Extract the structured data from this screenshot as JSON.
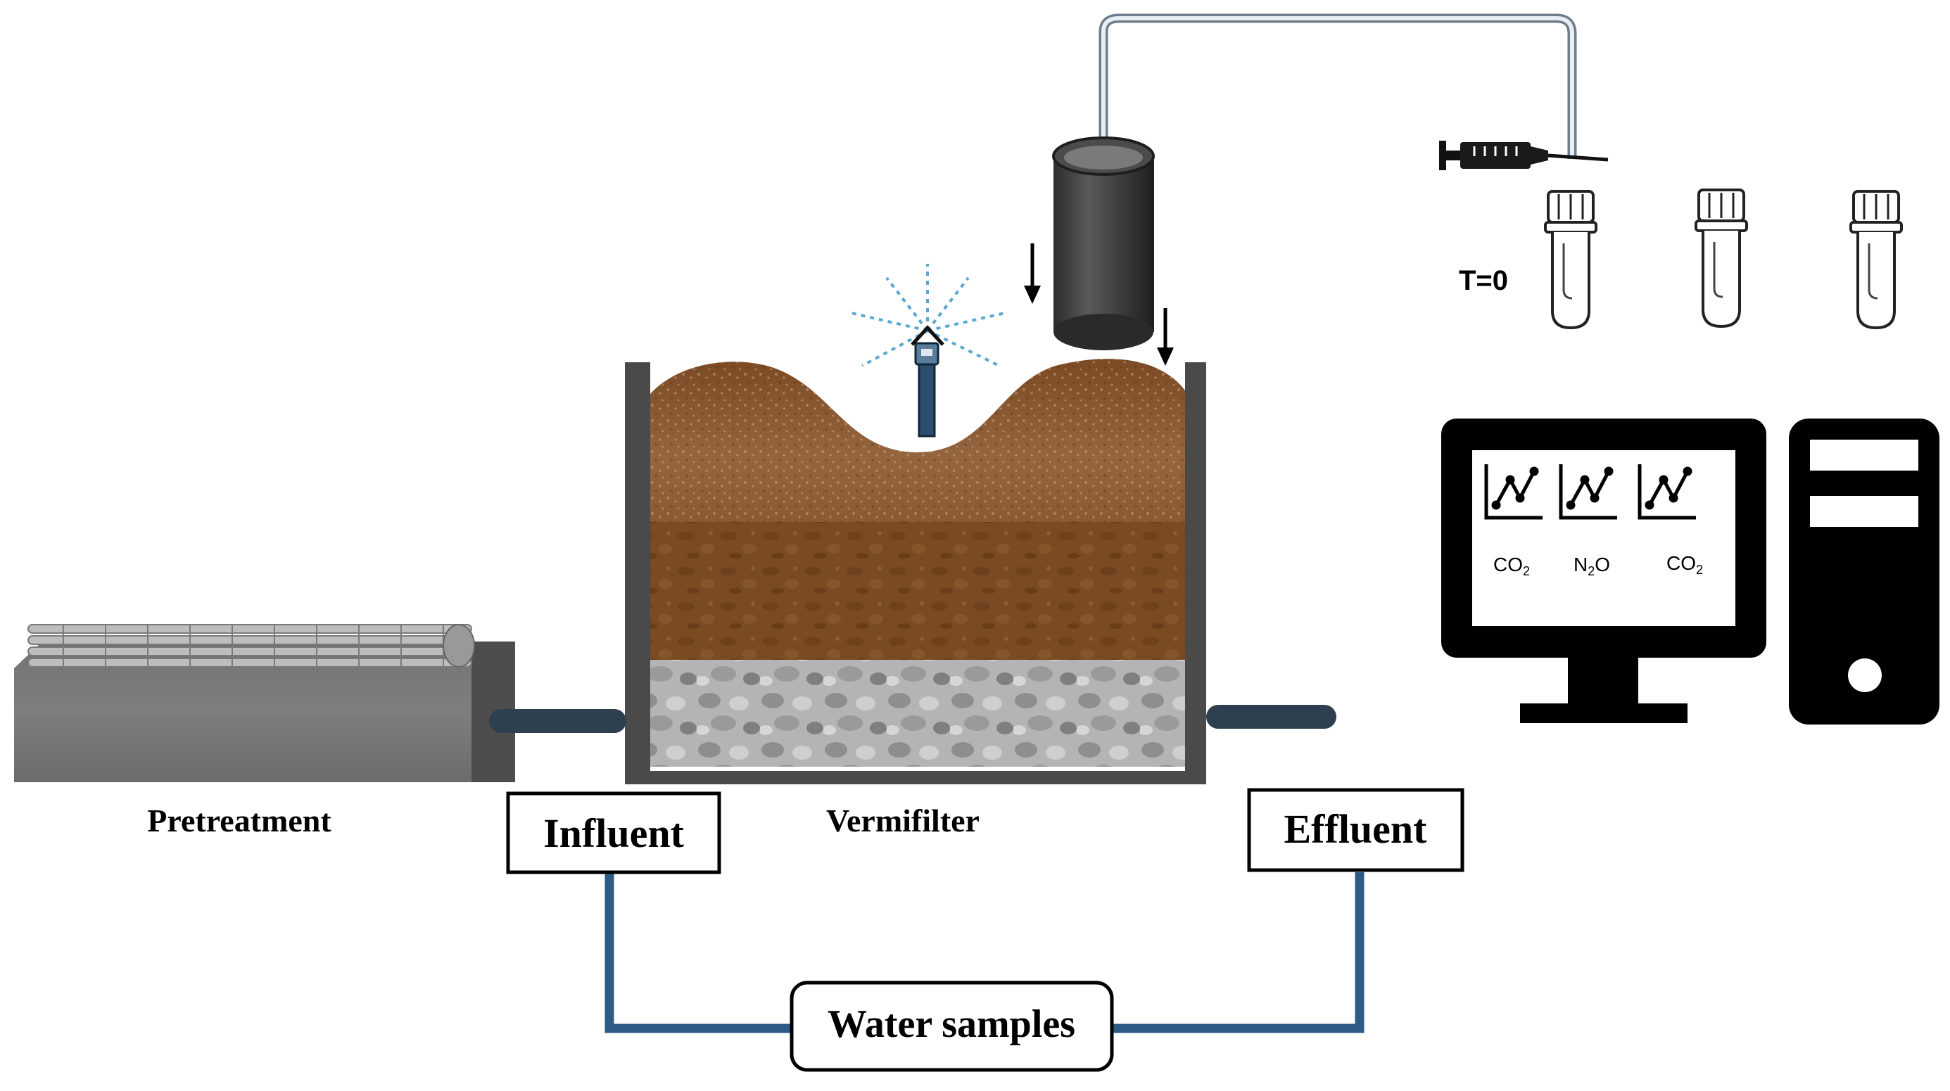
{
  "labels": {
    "pretreatment": "Pretreatment",
    "vermifilter": "Vermifilter",
    "influent": "Influent",
    "effluent": "Effluent",
    "water_samples": "Water samples",
    "time_zero": "T=0"
  },
  "monitor": {
    "charts": [
      {
        "gas": "CO",
        "sub": "2"
      },
      {
        "gas": "N",
        "sub": "2",
        "tail": "O"
      },
      {
        "gas": "CO",
        "sub": "2"
      }
    ]
  },
  "colors": {
    "pipe_blue": "#2e5a86",
    "pipe_dark": "#2e3f50",
    "soil_top": "#8a5a34",
    "soil_mid": "#7a4a22",
    "gravel": "#a9a9a9",
    "chamber": "#4a4a4a",
    "computer": "#000000",
    "spray": "#5aa8d0"
  },
  "icons": [
    "syringe-icon",
    "sample-vial-icon",
    "computer-monitor-icon",
    "pc-tower-icon",
    "sprinkler-icon",
    "down-arrow-icon"
  ]
}
